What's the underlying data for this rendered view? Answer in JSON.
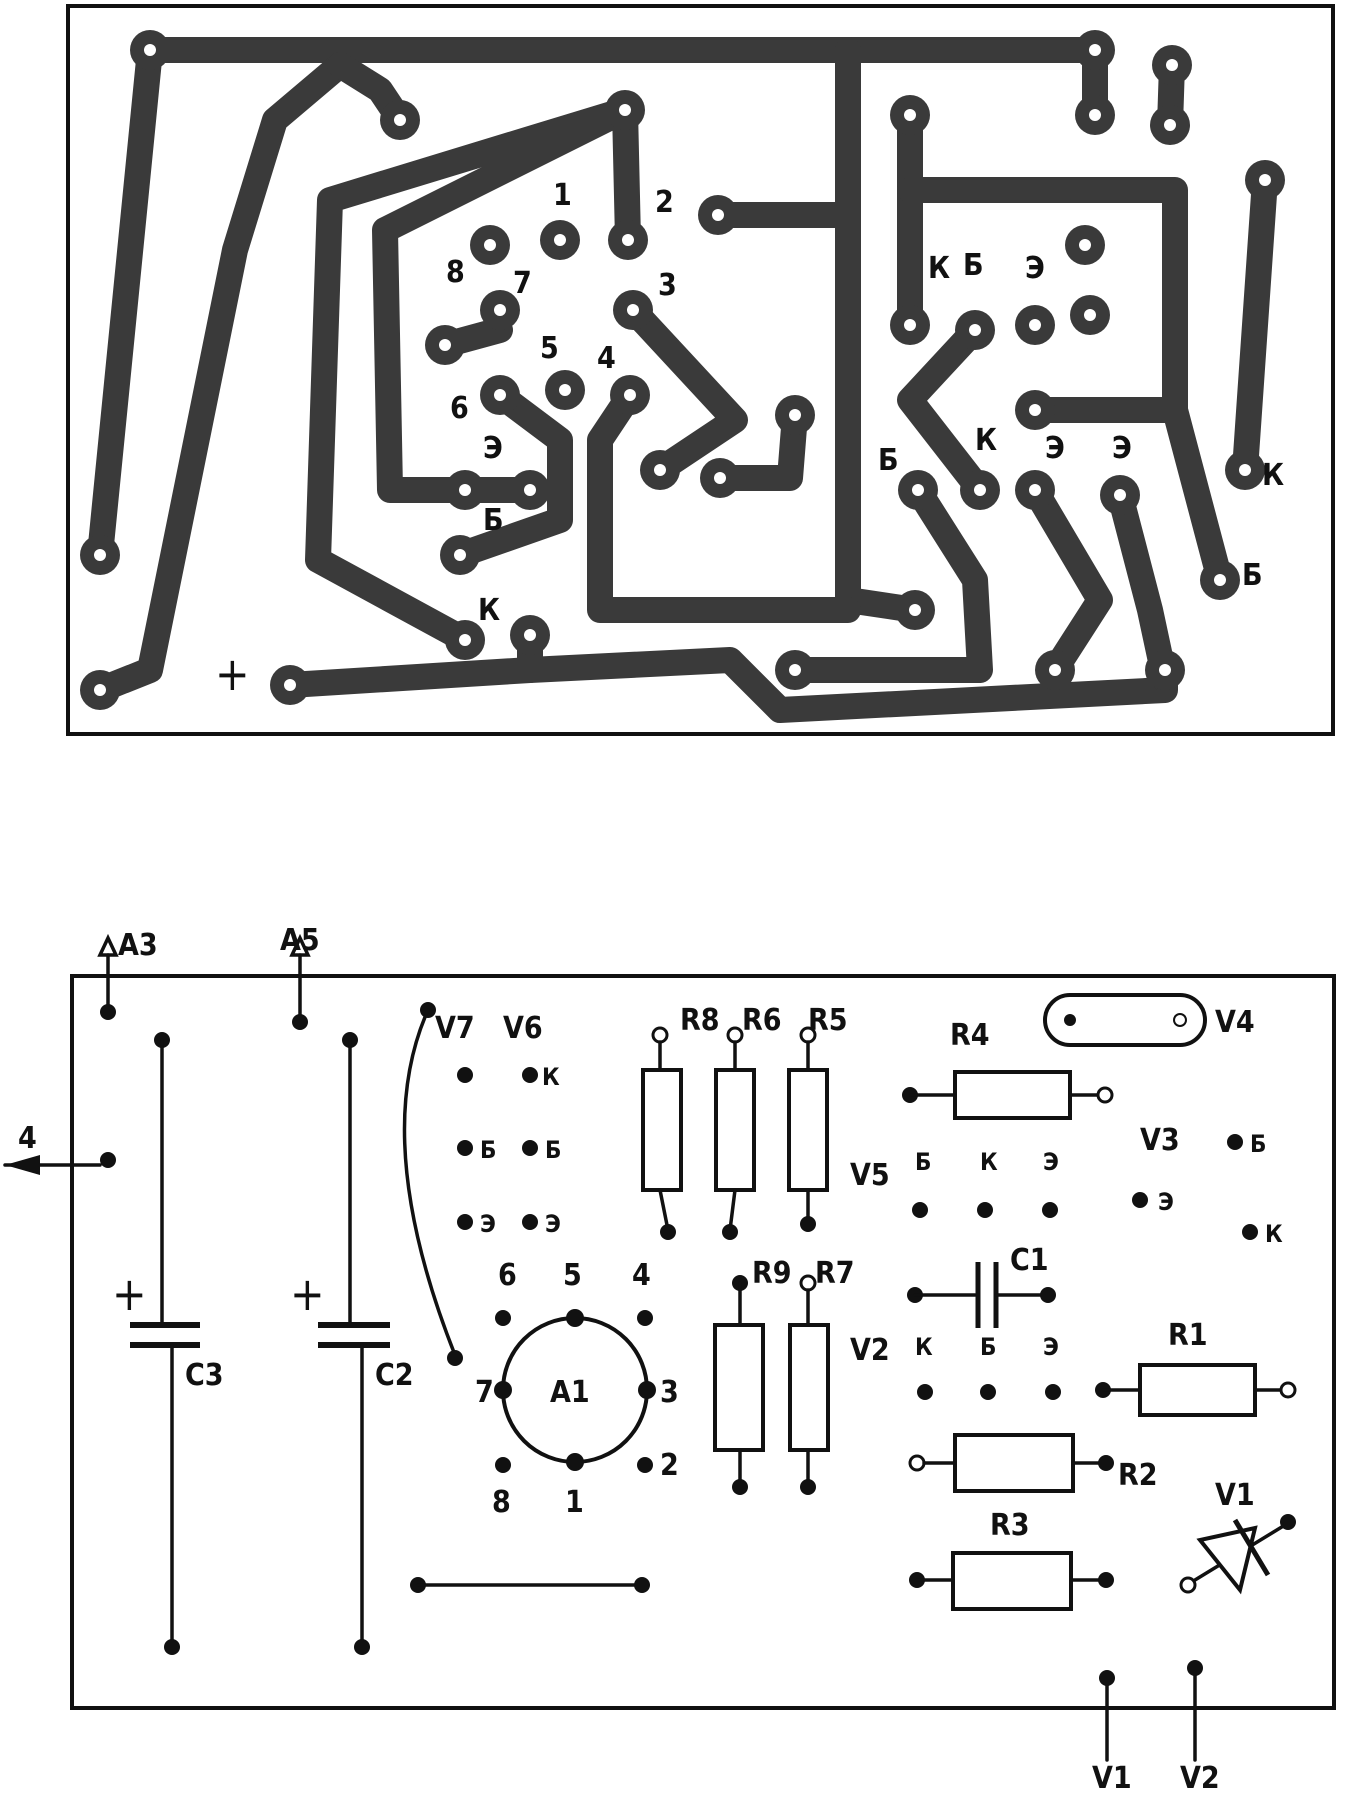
{
  "pcb": {
    "labels": {
      "p1": "1",
      "p2": "2",
      "p3": "3",
      "p4": "4",
      "p5": "5",
      "p6": "6",
      "p7": "7",
      "p8": "8",
      "e_left": "Э",
      "b_left": "Б",
      "k_left": "К",
      "k_mid_top": "К",
      "b_mid_top": "Б",
      "e_mid_top": "Э",
      "b_mid": "Б",
      "k_mid": "К",
      "e_r1": "Э",
      "e_r2": "Э",
      "k_right": "К",
      "b_right": "Б",
      "plus": "+"
    }
  },
  "layout_diagram": {
    "terminals": {
      "a3": "A3",
      "a5": "A5",
      "a4": "4",
      "v1": "V1",
      "v2": "V2"
    },
    "capacitors": {
      "c3": "C3",
      "c2": "C2",
      "c1": "C1",
      "plus1": "+",
      "plus2": "+"
    },
    "transistors": {
      "v7": "V7",
      "v6": "V6",
      "v5": "V5",
      "v4": "V4",
      "v3": "V3",
      "v2": "V2",
      "v1": "V1",
      "k": "К",
      "b": "Б",
      "e": "Э"
    },
    "resistors": {
      "r1": "R1",
      "r2": "R2",
      "r3": "R3",
      "r4": "R4",
      "r5": "R5",
      "r6": "R6",
      "r7": "R7",
      "r8": "R8",
      "r9": "R9"
    },
    "chip": {
      "name": "A1",
      "pins": {
        "p1": "1",
        "p2": "2",
        "p3": "3",
        "p4": "4",
        "p5": "5",
        "p6": "6",
        "p7": "7",
        "p8": "8"
      }
    }
  }
}
